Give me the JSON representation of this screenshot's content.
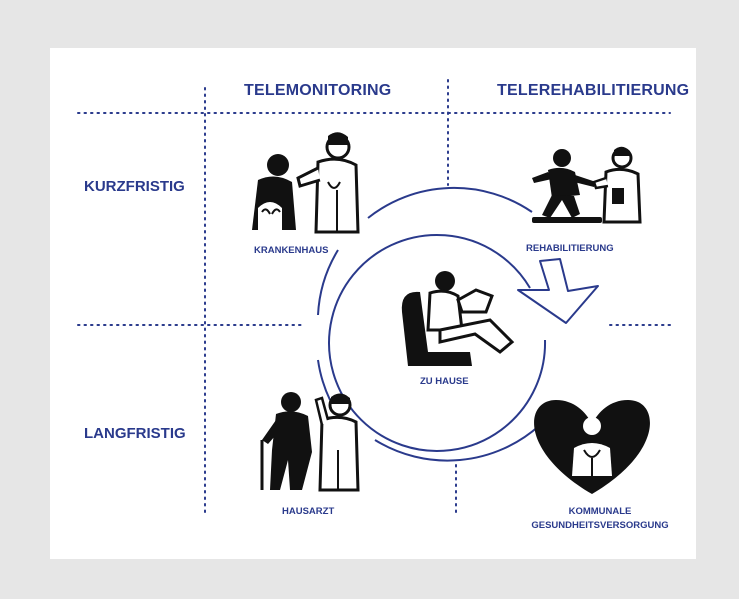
{
  "columns": {
    "left": "TELEMONITORING",
    "right": "TELEREHABILITIERUNG"
  },
  "rows": {
    "top": "KURZFRISTIG",
    "bottom": "LANGFRISTIG"
  },
  "nodes": {
    "hospital": "KRANKENHAUS",
    "rehab": "REHABILITIERUNG",
    "home": "ZU HAUSE",
    "gp": "HAUSARZT",
    "community_line1": "KOMMUNALE",
    "community_line2": "GESUNDHEITSVERSORGUNG"
  },
  "colors": {
    "accent": "#2a3a8c",
    "figure": "#111111",
    "background": "#e6e6e6"
  },
  "icons": [
    "patient-doctor-icon",
    "treadmill-rehab-icon",
    "reading-armchair-icon",
    "elderly-doctor-icon",
    "heart-nurse-icon",
    "cycle-arrow-icon"
  ]
}
